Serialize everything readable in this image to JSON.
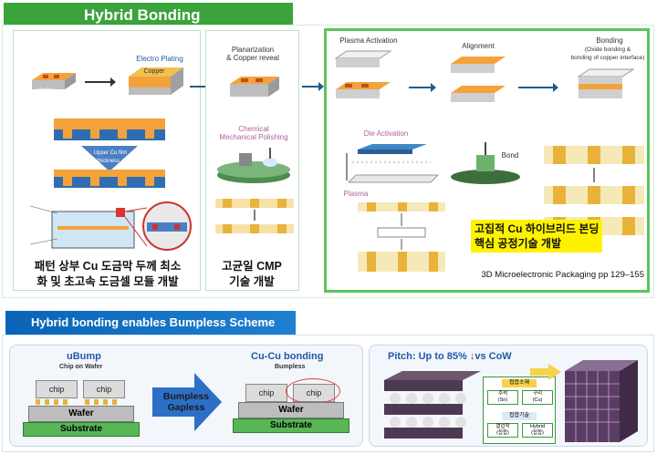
{
  "top": {
    "title": "Hybrid Bonding",
    "col1": {
      "wafer": "Wafer",
      "electro_plating": "Electro Plating",
      "copper": "Copper",
      "film_label": "Upper Cu film thickness ↓",
      "caption": "패턴 상부 Cu 도금막 두께 최소\n화 및 초고속 도금셀 모듈 개발"
    },
    "col2": {
      "planarization": "Planarization\n& Copper reveal",
      "cmp": "Chemical\nMechanical Polishing",
      "caption": "고균일 CMP\n기술 개발"
    },
    "col3": {
      "plasma_activation": "Plasma Activation",
      "alignment": "Alignment",
      "bonding": "Bonding",
      "bonding_note": "(Oxide bonding &\nbonding of copper interface)",
      "die_activation": "Die Activation",
      "plasma": "Plasma",
      "bond": "Bond",
      "highlight": "고집적 Cu 하이브리드 본딩\n핵심 공정기술 개발",
      "reference": "3D Microelectronic Packaging pp 129–155"
    }
  },
  "bottom": {
    "title": "Hybrid bonding enables Bumpless Scheme",
    "left": {
      "ubump": "uBump",
      "ubump_sub": "Chip on Wafer",
      "cucu": "Cu-Cu bonding",
      "cucu_sub": "Bumpless",
      "arrow_text": "Bumpless\nGapless",
      "chip": "chip",
      "wafer": "Wafer",
      "substrate": "Substrate"
    },
    "right": {
      "pitch": "Pitch: Up to 85% ↓vs CoW",
      "table1_head": "접합소재",
      "table1_cells": [
        "주석\n(Sn)",
        "구리\n(Cu)"
      ],
      "table2_head": "접합기술",
      "table2_cells": [
        "열압착\n(접합)",
        "Hybrid\n(접합)"
      ]
    }
  },
  "colors": {
    "green": "#3ba33b",
    "blue": "#0a64b8",
    "highlight": "#fff200"
  }
}
